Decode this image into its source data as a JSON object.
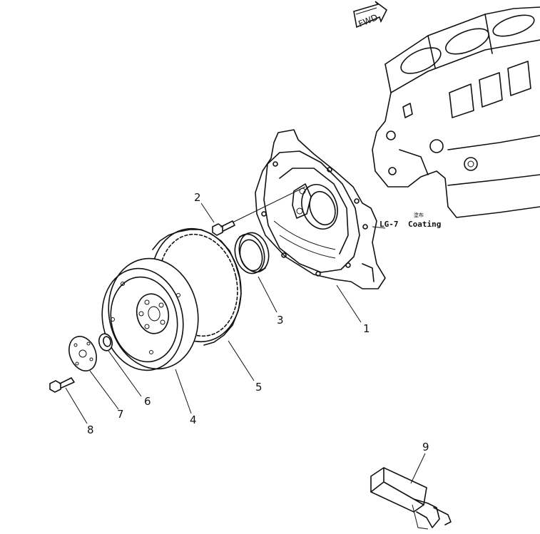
{
  "diagram": {
    "direction_arrow": "FWD",
    "coating_code": "LG-7",
    "coating_jp": "塗布",
    "coating_en": "Coating",
    "callouts": [
      "1",
      "2",
      "3",
      "4",
      "5",
      "6",
      "7",
      "8",
      "9"
    ],
    "icons": {
      "fwd": "fwd-arrow-icon",
      "engine": "engine-block-drawing",
      "housing": "flywheel-housing-drawing",
      "flywheel": "flywheel-drawing",
      "ring_gear": "ring-gear-drawing",
      "seal": "oil-seal-drawing",
      "tool": "tool-drawing"
    }
  }
}
